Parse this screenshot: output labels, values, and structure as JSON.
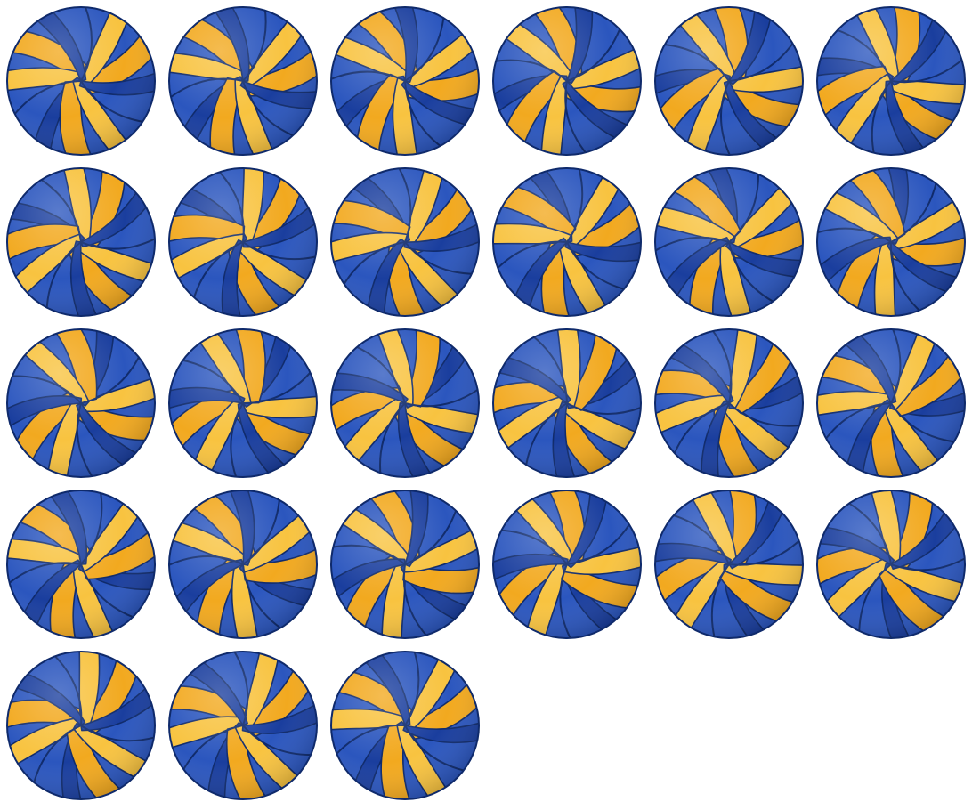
{
  "sprite_sheet": {
    "subject": "volleyball-icon",
    "background": "#ffffff",
    "colors": {
      "panel_yellow": "#F2A91F",
      "panel_yellow_light": "#F8C340",
      "panel_blue": "#2B56BE",
      "panel_blue_dark": "#1A3E9E",
      "outline": "#0F2A6B",
      "highlight": "#FFFFFF"
    },
    "frames": [
      {
        "rotation": 0
      },
      {
        "rotation": 14
      },
      {
        "rotation": 28
      },
      {
        "rotation": 42
      },
      {
        "rotation": 56
      },
      {
        "rotation": 70
      },
      {
        "rotation": 84
      },
      {
        "rotation": 98
      },
      {
        "rotation": 112
      },
      {
        "rotation": 126
      },
      {
        "rotation": 140
      },
      {
        "rotation": 154
      },
      {
        "rotation": 168
      },
      {
        "rotation": 182
      },
      {
        "rotation": 196
      },
      {
        "rotation": 210
      },
      {
        "rotation": 224
      },
      {
        "rotation": 238
      },
      {
        "rotation": 252
      },
      {
        "rotation": 266
      },
      {
        "rotation": 280
      },
      {
        "rotation": 294
      },
      {
        "rotation": 308
      },
      {
        "rotation": 322
      },
      {
        "rotation": 336
      },
      {
        "rotation": 350
      },
      {
        "rotation": 364
      }
    ]
  }
}
